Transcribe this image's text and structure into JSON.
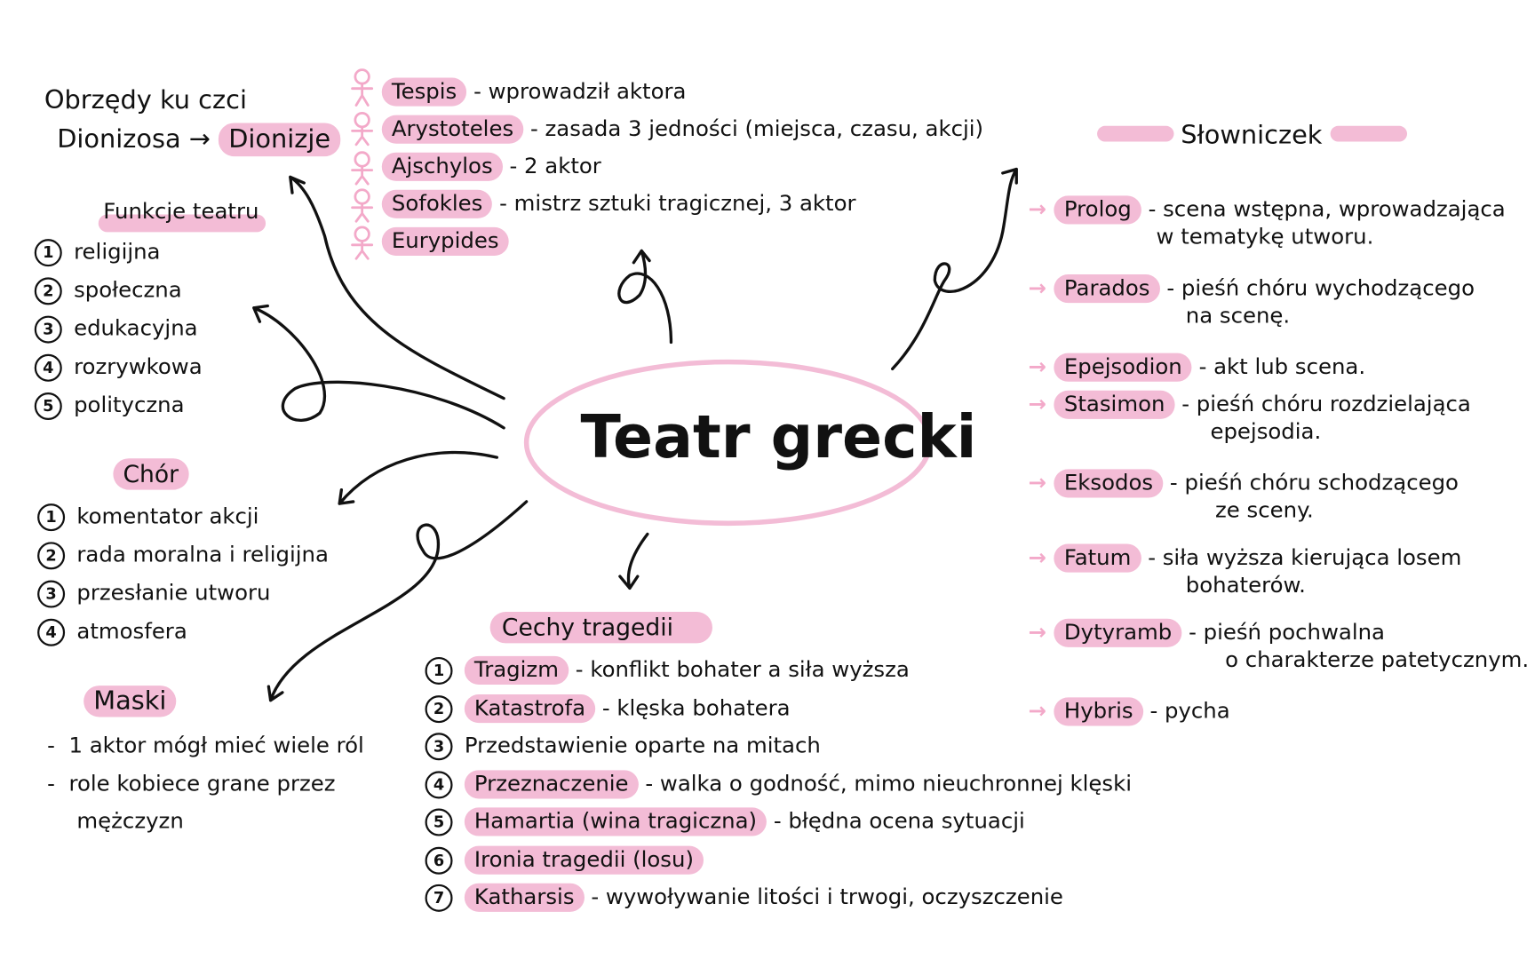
{
  "center": {
    "title": "Teatr grecki"
  },
  "origin": {
    "line1": "Obrzędy ku czci",
    "line2": "Dionizosa",
    "arrow": "→",
    "result": "Dionizje"
  },
  "functions": {
    "title": "Funkcje teatru",
    "items": [
      "religijna",
      "społeczna",
      "edukacyjna",
      "rozrywkowa",
      "polityczna"
    ]
  },
  "chorus": {
    "title": "Chór",
    "items": [
      "komentator akcji",
      "rada moralna i religijna",
      "przesłanie utworu",
      "atmosfera"
    ]
  },
  "masks": {
    "title": "Maski",
    "items": [
      "1 aktor mógł mieć wiele ról",
      "role kobiece grane przez",
      "mężczyzn"
    ]
  },
  "people": [
    {
      "name": "Tespis",
      "desc": "- wprowadził aktora"
    },
    {
      "name": "Arystoteles",
      "desc": "- zasada 3 jedności (miejsca, czasu, akcji)"
    },
    {
      "name": "Ajschylos",
      "desc": "- 2 aktor"
    },
    {
      "name": "Sofokles",
      "desc": "- mistrz sztuki tragicznej, 3 aktor"
    },
    {
      "name": "Eurypides",
      "desc": ""
    }
  ],
  "glossary": {
    "title": "Słowniczek",
    "items": [
      {
        "term": "Prolog",
        "def": "- scena wstępna, wprowadzająca",
        "def2": "w tematykę utworu."
      },
      {
        "term": "Parados",
        "def": "- pieśń chóru wychodzącego",
        "def2": "na scenę."
      },
      {
        "term": "Epejsodion",
        "def": "- akt lub scena.",
        "def2": ""
      },
      {
        "term": "Stasimon",
        "def": "- pieśń chóru rozdzielająca",
        "def2": "epejsodia."
      },
      {
        "term": "Eksodos",
        "def": "- pieśń chóru schodzącego",
        "def2": "ze sceny."
      },
      {
        "term": "Fatum",
        "def": "- siła wyższa kierująca losem",
        "def2": "bohaterów."
      },
      {
        "term": "Dytyramb",
        "def": "- pieśń pochwalna",
        "def2": "o charakterze patetycznym."
      },
      {
        "term": "Hybris",
        "def": "- pycha",
        "def2": ""
      }
    ]
  },
  "tragedy": {
    "title": "Cechy tragedii",
    "items": [
      {
        "term": "Tragizm",
        "desc": "- konflikt bohater a siła wyższa"
      },
      {
        "term": "Katastrofa",
        "desc": "- klęska bohatera"
      },
      {
        "term": "",
        "desc": "Przedstawienie oparte na mitach"
      },
      {
        "term": "Przeznaczenie",
        "desc": "- walka o godność, mimo nieuchronnej klęski"
      },
      {
        "term": "Hamartia (wina tragiczna)",
        "desc": "- błędna ocena sytuacji"
      },
      {
        "term": "Ironia tragedii (losu)",
        "desc": ""
      },
      {
        "term": "Katharsis",
        "desc": "- wywoływanie litości i trwogi, oczyszczenie"
      }
    ]
  },
  "colors": {
    "highlight": "#f3bcd6",
    "ink": "#111111"
  }
}
